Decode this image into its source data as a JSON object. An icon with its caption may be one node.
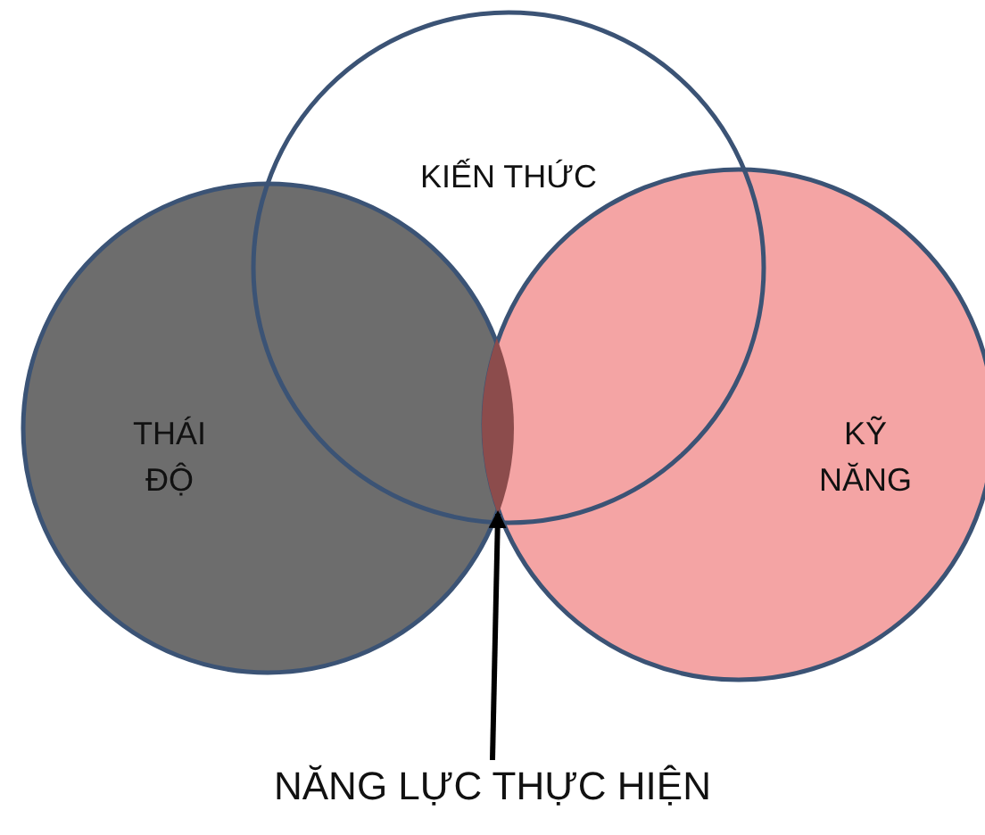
{
  "diagram": {
    "nodes": [
      {
        "text": [
          "KIẾN THỨC"
        ]
      },
      {
        "text": [
          "THÁI ĐỘ"
        ]
      },
      {
        "text": [
          "KỸ NĂNG"
        ]
      },
      {
        "text": [],
        "shape": "lens"
      },
      {
        "text": [
          "NĂNG LỰC THỰC HIỆN"
        ]
      }
    ],
    "edges": [
      {
        "from": 4,
        "to": 3,
        "arrow": "to"
      }
    ]
  }
}
